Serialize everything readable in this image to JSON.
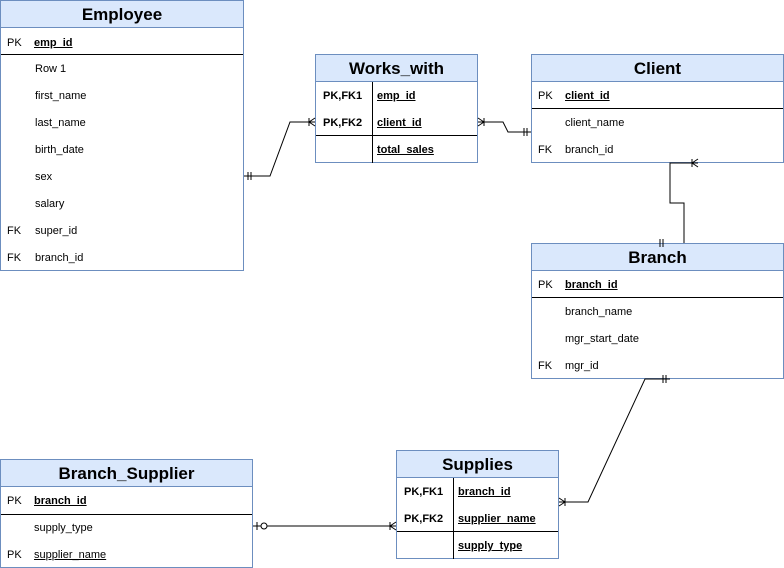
{
  "entities": {
    "employee": {
      "title": "Employee",
      "pk_key": "PK",
      "pk_attr": "emp_id",
      "rows": [
        {
          "key": "",
          "attr": "Row 1"
        },
        {
          "key": "",
          "attr": "first_name"
        },
        {
          "key": "",
          "attr": "last_name"
        },
        {
          "key": "",
          "attr": "birth_date"
        },
        {
          "key": "",
          "attr": "sex"
        },
        {
          "key": "",
          "attr": "salary"
        },
        {
          "key": "FK",
          "attr": "super_id"
        },
        {
          "key": "FK",
          "attr": "branch_id"
        }
      ]
    },
    "works_with": {
      "title": "Works_with",
      "pk_rows": [
        {
          "key": "PK,FK1",
          "attr": "emp_id"
        },
        {
          "key": "PK,FK2",
          "attr": "client_id"
        }
      ],
      "rows": [
        {
          "key": "",
          "attr": "total_sales"
        }
      ]
    },
    "client": {
      "title": "Client",
      "pk_key": "PK",
      "pk_attr": "client_id",
      "rows": [
        {
          "key": "",
          "attr": "client_name"
        },
        {
          "key": "FK",
          "attr": "branch_id"
        }
      ]
    },
    "branch": {
      "title": "Branch",
      "pk_key": "PK",
      "pk_attr": "branch_id",
      "rows": [
        {
          "key": "",
          "attr": "branch_name"
        },
        {
          "key": "",
          "attr": "mgr_start_date"
        },
        {
          "key": "FK",
          "attr": "mgr_id"
        }
      ]
    },
    "branch_supplier": {
      "title": "Branch_Supplier",
      "pk_key": "PK",
      "pk_attr": "branch_id",
      "rows": [
        {
          "key": "",
          "attr": "supply_type"
        },
        {
          "key": "PK",
          "attr": "supplier_name"
        }
      ]
    },
    "supplies": {
      "title": "Supplies",
      "pk_rows": [
        {
          "key": "PK,FK1",
          "attr": "branch_id"
        },
        {
          "key": "PK,FK2",
          "attr": "supplier_name"
        }
      ],
      "rows": [
        {
          "key": "",
          "attr": "supply_type"
        }
      ]
    }
  },
  "colors": {
    "header_fill": "#dae8fc",
    "border": "#6c8ebf",
    "line": "#000000"
  }
}
